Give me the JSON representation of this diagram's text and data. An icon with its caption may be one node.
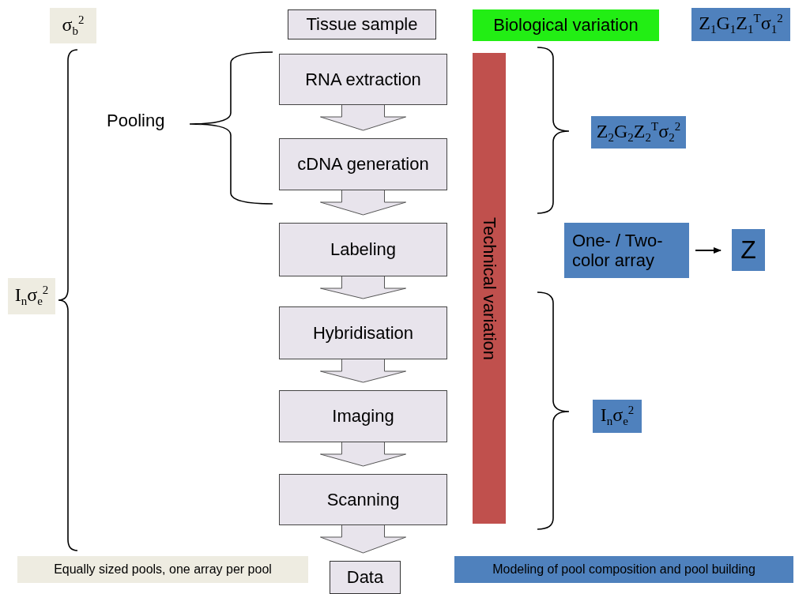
{
  "diagram": {
    "nodes": [
      {
        "text": [
          "σ$_{b}$$^{2}$"
        ]
      },
      {
        "text": [
          "Tissue sample"
        ]
      },
      {
        "text": [
          "Biological variation"
        ]
      },
      {
        "text": [
          "Z$_{1}$G$_{1}$Z$_{1}$$^{T}$σ$_{1}$$^{2}$"
        ]
      },
      {
        "text": [
          "RNA extraction"
        ]
      },
      {
        "text": [
          "Z$_{2}$G$_{2}$Z$_{2}$$^{T}$σ$_{2}$$^{2}$"
        ]
      },
      {
        "text": [
          "cDNA generation"
        ]
      },
      {
        "text": [
          "Technical variation"
        ]
      },
      {
        "text": [
          "Labeling"
        ]
      },
      {
        "text": [
          "One- / Two-color array"
        ]
      },
      {
        "text": [
          "Z"
        ]
      },
      {
        "text": [
          "I$_{n}$σ$_{e}$$^{2}$"
        ]
      },
      {
        "text": [
          "Hybridisation"
        ]
      },
      {
        "text": [
          "I$_{n}$σ$_{e}$$^{2}$"
        ]
      },
      {
        "text": [
          "Imaging"
        ]
      },
      {
        "text": [
          "Scanning"
        ]
      },
      {
        "text": [
          "Equally sized pools, one array per pool"
        ]
      },
      {
        "text": [
          "Data"
        ]
      },
      {
        "text": [
          "Modeling of pool composition and pool building"
        ]
      }
    ],
    "edges": [
      {
        "from": 4,
        "to": 6,
        "arrow": "to"
      },
      {
        "from": 6,
        "to": 8,
        "arrow": "to"
      },
      {
        "from": 8,
        "to": 12,
        "arrow": "to"
      },
      {
        "from": 12,
        "to": 14,
        "arrow": "to"
      },
      {
        "from": 14,
        "to": 15,
        "arrow": "to"
      },
      {
        "from": 15,
        "to": 17,
        "arrow": "to"
      },
      {
        "from": 9,
        "to": 10,
        "arrow": "to"
      }
    ],
    "labels": [
      "Pooling"
    ]
  }
}
